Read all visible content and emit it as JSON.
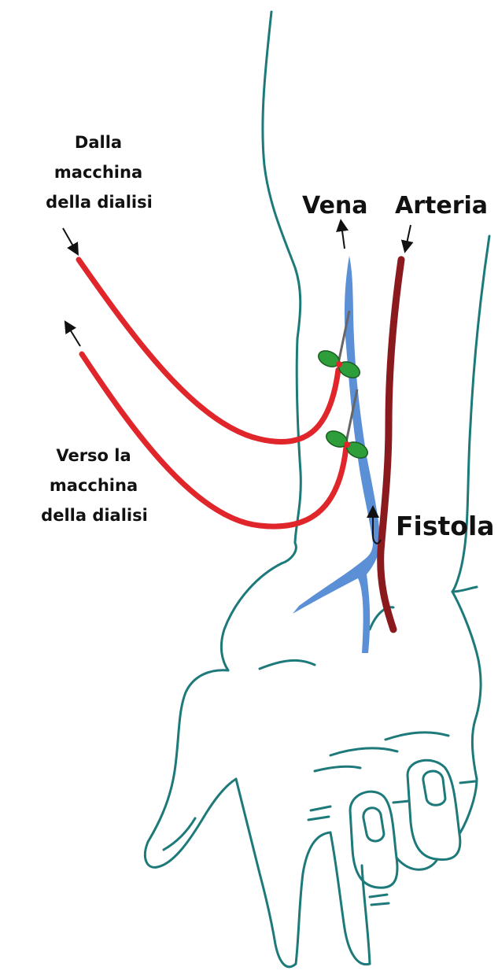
{
  "labels": {
    "from_machine": [
      "Dalla",
      "macchina",
      "della dialisi"
    ],
    "to_machine": [
      "Verso la",
      "macchina",
      "della dialisi"
    ],
    "vein": "Vena",
    "artery": "Arteria",
    "fistula": "Fistola"
  },
  "colors": {
    "skin_outline": "#1e7a7a",
    "vein": "#5b8fd6",
    "artery": "#8b1a1f",
    "tubing": "#e0262b",
    "needle_wings": "#2e9e3a",
    "text": "#111111"
  },
  "icons": [
    "arrow-icon",
    "needle-icon",
    "needle-wings-icon"
  ]
}
